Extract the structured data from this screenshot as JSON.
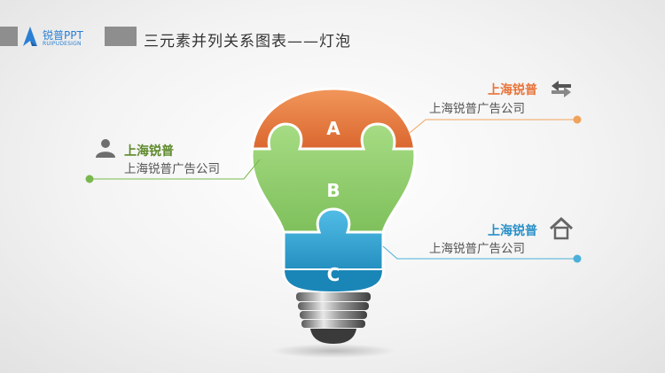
{
  "header": {
    "logo_brand": "锐普PPT",
    "logo_tagline": "RUIPUDESIGN",
    "title": "三元素并列关系图表——灯泡"
  },
  "bulb": {
    "segments": [
      {
        "label": "A",
        "color": "#e8743a"
      },
      {
        "label": "B",
        "color": "#8ccf6a"
      },
      {
        "label": "C",
        "color": "#29a3d4"
      }
    ]
  },
  "callouts": {
    "left": {
      "title": "上海锐普",
      "subtitle": "上海锐普广告公司",
      "title_color": "#5e8a2c",
      "icon": "user-icon",
      "dot_color": "#7ab84e"
    },
    "top_right": {
      "title": "上海锐普",
      "subtitle": "上海锐普广告公司",
      "title_color": "#e8743a",
      "icon": "swap-arrows-icon",
      "dot_color": "#f0a35c"
    },
    "bottom_right": {
      "title": "上海锐普",
      "subtitle": "上海锐普广告公司",
      "title_color": "#2a90c8",
      "icon": "home-icon",
      "dot_color": "#4ab0d8"
    }
  }
}
